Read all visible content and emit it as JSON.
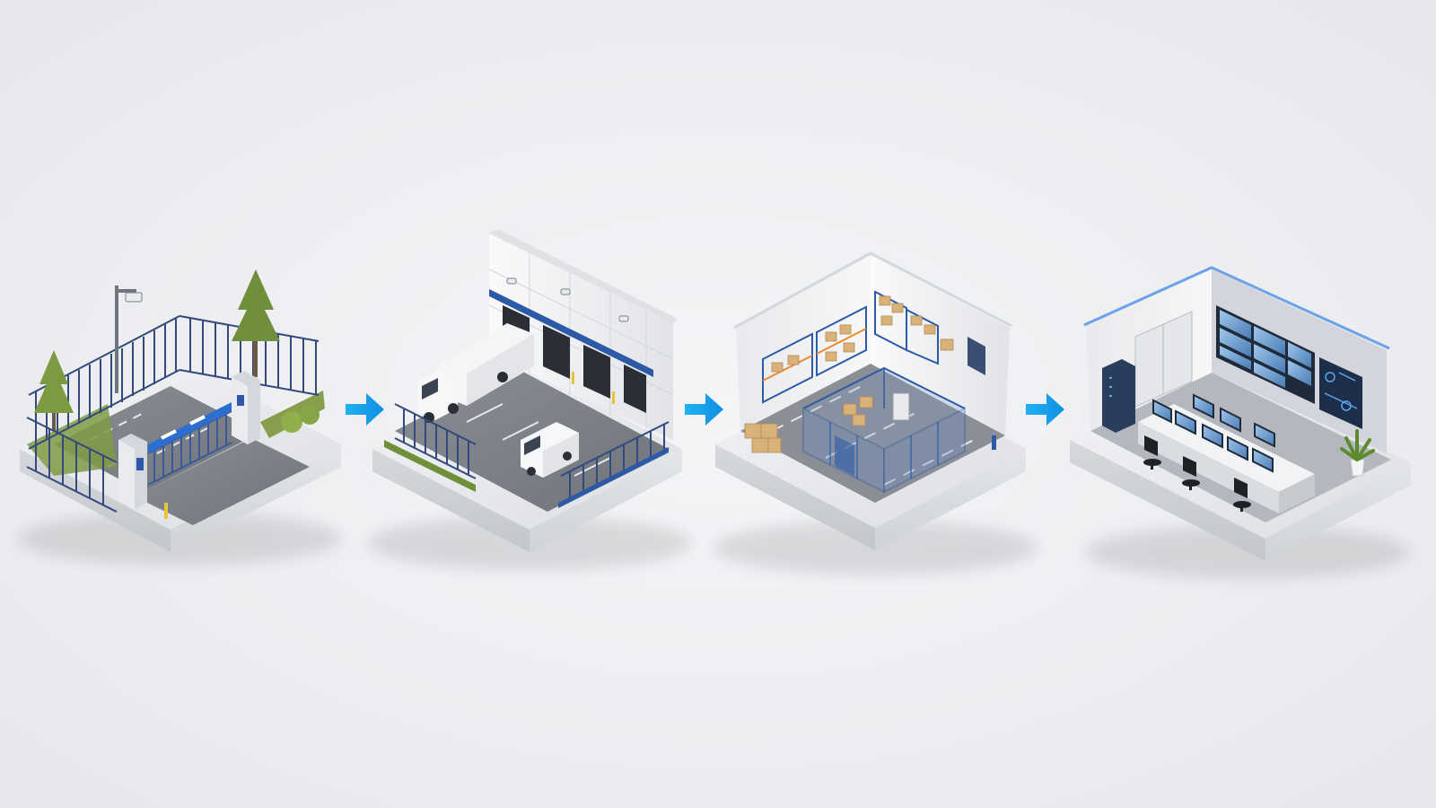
{
  "diagram": {
    "stages": [
      {
        "id": "perimeter-gate",
        "icon": "gated-entrance-with-cctv"
      },
      {
        "id": "loading-dock",
        "icon": "truck-loading-bays"
      },
      {
        "id": "warehouse-interior",
        "icon": "storage-racks-and-secure-cage"
      },
      {
        "id": "security-control-room",
        "icon": "monitoring-video-wall"
      }
    ],
    "connectors": [
      {
        "from": "perimeter-gate",
        "to": "loading-dock",
        "direction": "right"
      },
      {
        "from": "loading-dock",
        "to": "warehouse-interior",
        "direction": "right"
      },
      {
        "from": "warehouse-interior",
        "to": "security-control-room",
        "direction": "right"
      }
    ],
    "colors": {
      "background": "#eeeff2",
      "accent_blue": "#1aa3ef",
      "fence_blue": "#3a5a9a",
      "platform": "#e2e4e8",
      "floor": "#7c8088",
      "wall": "#f1f2f4",
      "tree": "#6f8f3a",
      "box": "#d9b27a"
    }
  }
}
